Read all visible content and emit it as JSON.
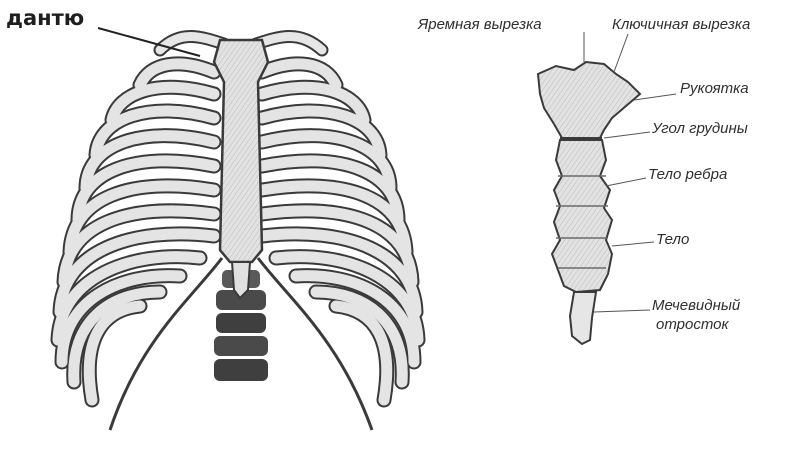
{
  "left_label": "дантю",
  "labels": {
    "jugular_notch": "Яремная вырезка",
    "clavicular_notch": "Ключичная вырезка",
    "manubrium": "Рукоятка",
    "sternal_angle": "Угол грудины",
    "rib_body": "Тело ребра",
    "body": "Тело",
    "xiphoid_line1": "Мечевидный",
    "xiphoid_line2": "отросток"
  },
  "colors": {
    "bone_fill": "#dcdcdc",
    "bone_stroke": "#3a3a3a",
    "vertebra": "#4a4a4a",
    "text": "#2f2f2f"
  }
}
